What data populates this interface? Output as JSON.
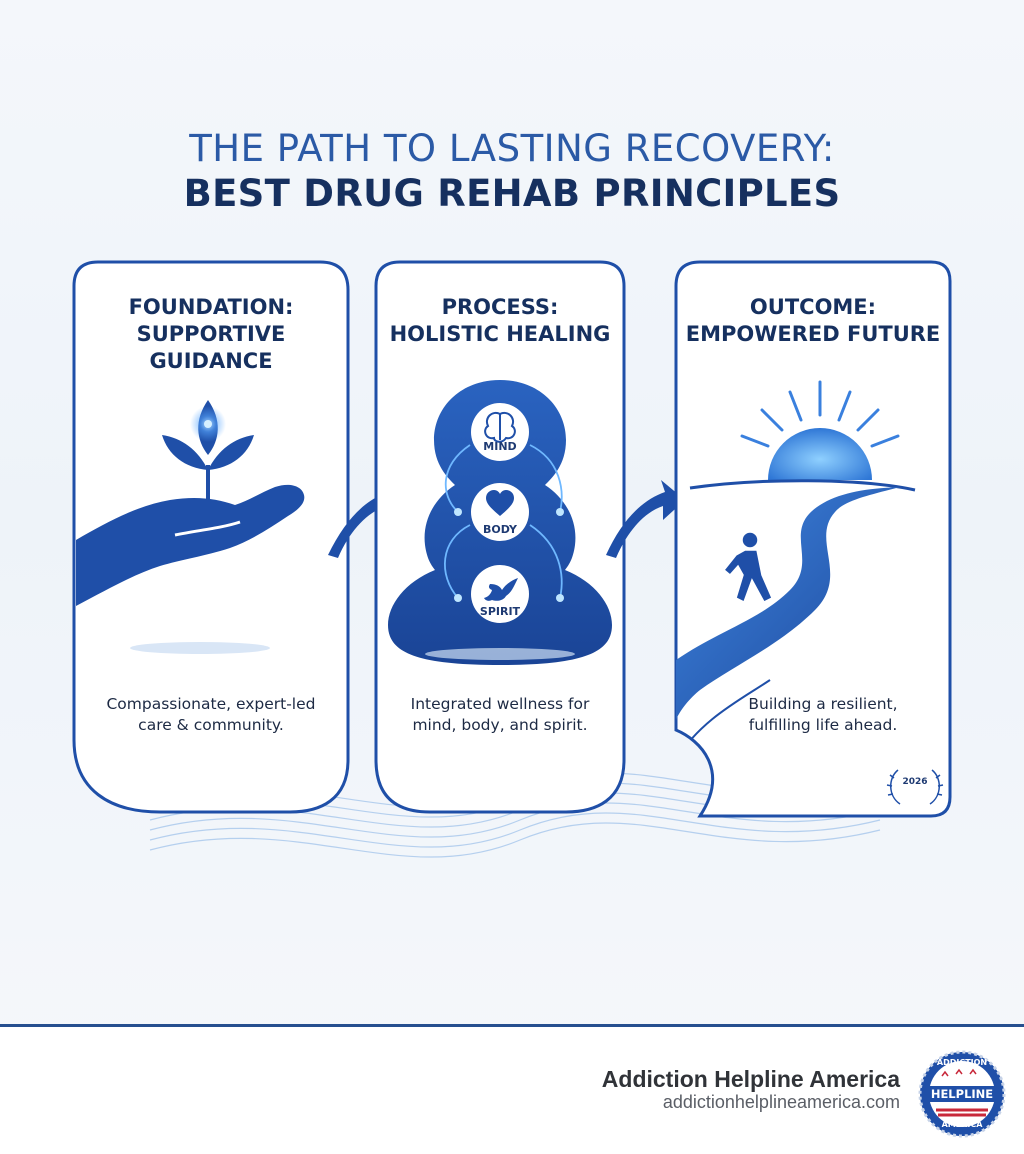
{
  "title": {
    "line1": "THE PATH TO LASTING RECOVERY:",
    "line2": "BEST DRUG REHAB PRINCIPLES"
  },
  "panels": [
    {
      "heading": [
        "FOUNDATION:",
        "SUPPORTIVE",
        "GUIDANCE"
      ],
      "caption": [
        "Compassionate, expert-led",
        "care & community."
      ],
      "icon": "hand-with-sprout-icon"
    },
    {
      "heading": [
        "PROCESS:",
        "HOLISTIC HEALING"
      ],
      "caption": [
        "Integrated wellness for",
        "mind, body, and spirit."
      ],
      "icon": "mind-body-spirit-stack-icon",
      "circles": [
        "MIND",
        "BODY",
        "SPIRIT"
      ]
    },
    {
      "heading": [
        "OUTCOME:",
        "EMPOWERED FUTURE"
      ],
      "caption": [
        "Building a resilient,",
        "fulfilling life ahead."
      ],
      "icon": "sunrise-path-walker-icon",
      "badge": "2026"
    }
  ],
  "footer": {
    "brand_name": "Addiction Helpline America",
    "brand_url": "addictionhelplineamerica.com",
    "logo": {
      "top_text": "ADDICTION",
      "main_text": "HELPLINE",
      "bottom_text": "AMERICA"
    }
  },
  "colors": {
    "primary_blue": "#1f4fa8",
    "dark_navy": "#16305f",
    "light_blue": "#5aa8ff",
    "accent_red": "#c8283a"
  }
}
